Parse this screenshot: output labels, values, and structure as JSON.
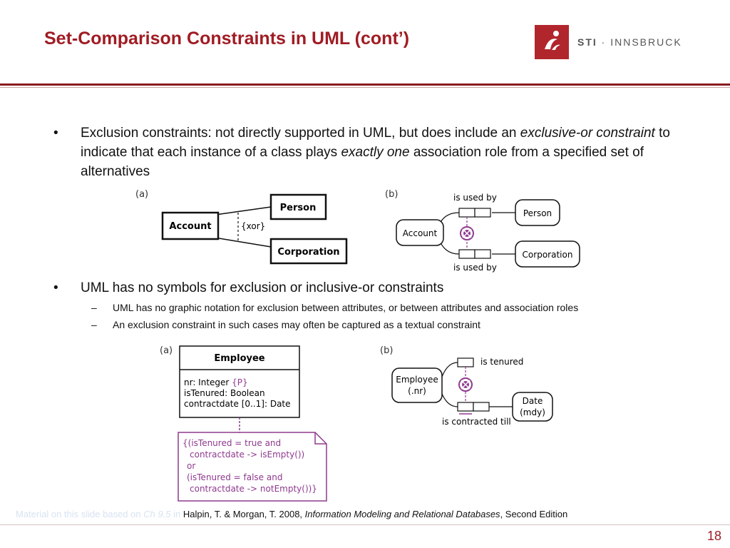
{
  "slide": {
    "title": "Set-Comparison Constraints in UML (cont’)",
    "logo_text_bold": "STI",
    "logo_text_rest": " · INNSBRUCK",
    "page_number": "18"
  },
  "bullets": {
    "b1": {
      "p1": "Exclusion constraints: not directly supported in UML, but does include an ",
      "p2": "exclusive-or constraint",
      "p3": " to indicate that each instance of a class plays ",
      "p4": "exactly one",
      "p5": " association role from a specified set of alternatives"
    },
    "b2": "UML has no symbols for exclusion or inclusive-or constraints",
    "sub1": "UML has no graphic notation for exclusion between attributes, or between attributes and association roles",
    "sub2": "An exclusion constraint in such cases may often be captured as a textual constraint"
  },
  "fig1": {
    "a": {
      "label": "(a)",
      "account": "Account",
      "person": "Person",
      "corporation": "Corporation",
      "xor": "{xor}"
    },
    "b": {
      "label": "(b)",
      "account": "Account",
      "person": "Person",
      "corporation": "Corporation",
      "used_top": "is used by",
      "used_bottom": "is used by"
    }
  },
  "fig2": {
    "a": {
      "label": "(a)",
      "class_name": "Employee",
      "attr1": "nr: Integer ",
      "attr1_tag": "{P}",
      "attr2": "isTenured: Boolean",
      "attr3": "contractdate [0..1]: Date",
      "note1": "{(isTenured = true and",
      "note2": "contractdate -> isEmpty())",
      "note3": "or",
      "note4": "(isTenured = false and",
      "note5": "contractdate -> notEmpty())}"
    },
    "b": {
      "label": "(b)",
      "employee1": "Employee",
      "employee2": "(.nr)",
      "date1": "Date",
      "date2": "(mdy)",
      "tenured": "is tenured",
      "contracted": "is contracted till"
    }
  },
  "footer": {
    "faint1": "Material on this slide based on ",
    "faint_ref": "Ch 9.5",
    "faint2": " in ",
    "authors": "Halpin, T. & Morgan, T. 2008, ",
    "book": "Information Modeling and Relational Databases",
    "edition": ", Second Edition"
  },
  "colors": {
    "brand": "#a01c24",
    "constraint": "#8e3a8e"
  }
}
